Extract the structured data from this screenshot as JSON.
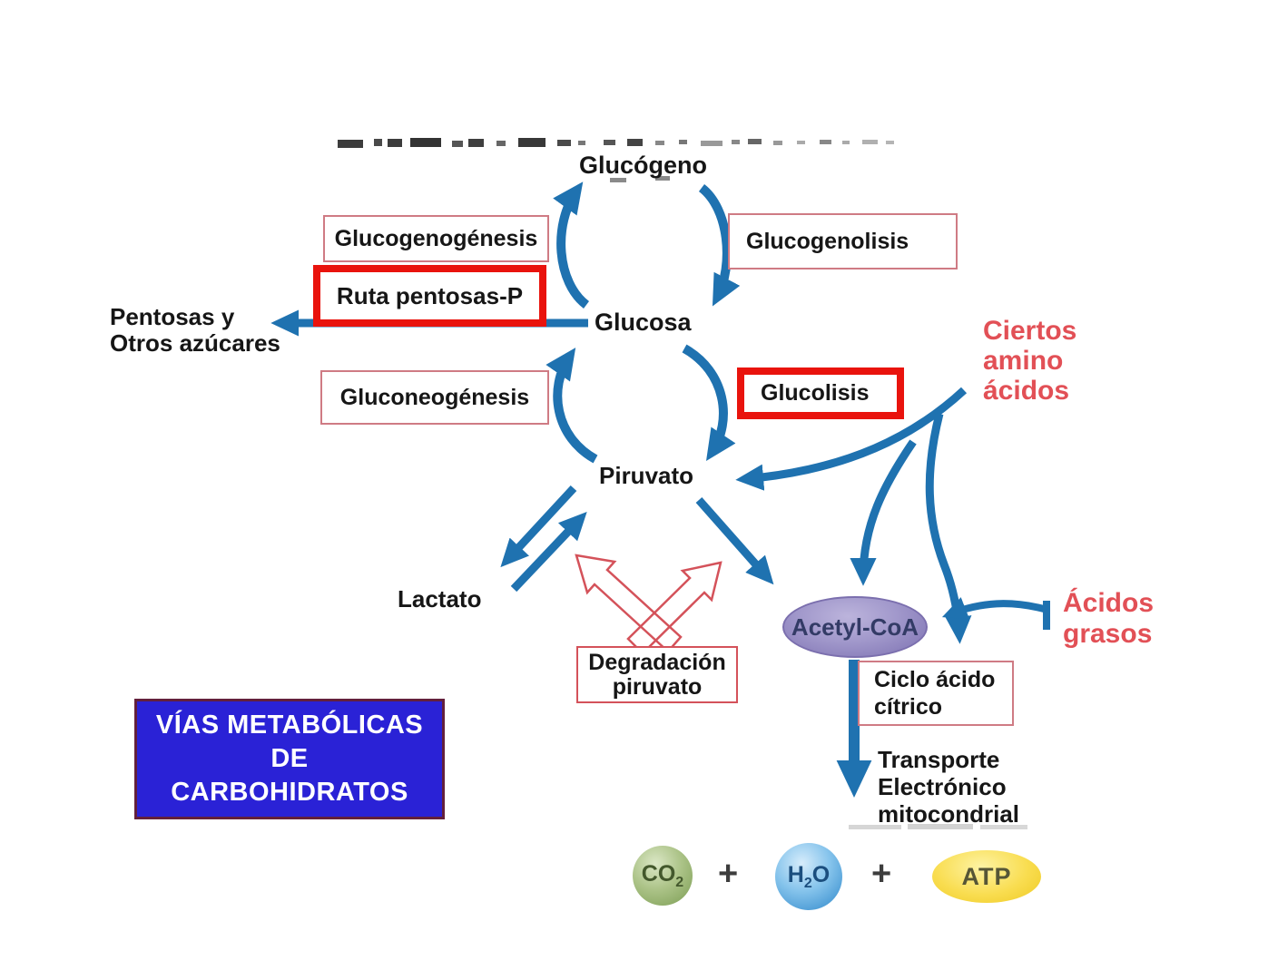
{
  "title_box": {
    "lines": [
      "VÍAS METABÓLICAS",
      "DE",
      "CARBOHIDRATOS"
    ]
  },
  "nodes": {
    "glucogeno": "Glucógeno",
    "glucosa": "Glucosa",
    "piruvato": "Piruvato",
    "lactato": "Lactato",
    "acetyl_coa": "Acetyl-CoA"
  },
  "boxes": {
    "glucogenogenesis": "Glucogenogénesis",
    "glucogenolisis": "Glucogenolisis",
    "ruta_pentosas": "Ruta pentosas-P",
    "gluconeogenesis": "Gluconeogénesis",
    "glucolisis": "Glucolisis",
    "degradacion": {
      "line1": "Degradación",
      "line2": "piruvato"
    },
    "ciclo": {
      "line1": "Ciclo ácido",
      "line2": "cítrico"
    }
  },
  "side_labels": {
    "pentosas": {
      "line1": "Pentosas y",
      "line2": "Otros azúcares"
    },
    "ciertos": [
      "Ciertos",
      "amino",
      "ácidos"
    ],
    "acidos_grasos": [
      "Ácidos",
      "grasos"
    ],
    "transporte": [
      "Transporte",
      "Electrónico",
      "mitocondrial"
    ]
  },
  "products": {
    "co2_main": "CO",
    "co2_sub": "2",
    "plus1": "+",
    "h2o_pre": "H",
    "h2o_sub": "2",
    "h2o_post": "O",
    "plus2": "+",
    "atp": "ATP"
  },
  "colors": {
    "arrow_blue": "#1f72b0",
    "thick_red_box": "#e9130d",
    "thin_pink_box": "#cf7b84",
    "red_text": "#e25056",
    "hollow_arrow_outline": "#d4525a",
    "title_bg": "#2a22d6",
    "title_border": "#63203c",
    "acetyl_fill": "#9c92c6",
    "co2_green": "#8fae6a",
    "h2o_blue": "#4da3db",
    "atp_yellow": "#f7d83d"
  }
}
